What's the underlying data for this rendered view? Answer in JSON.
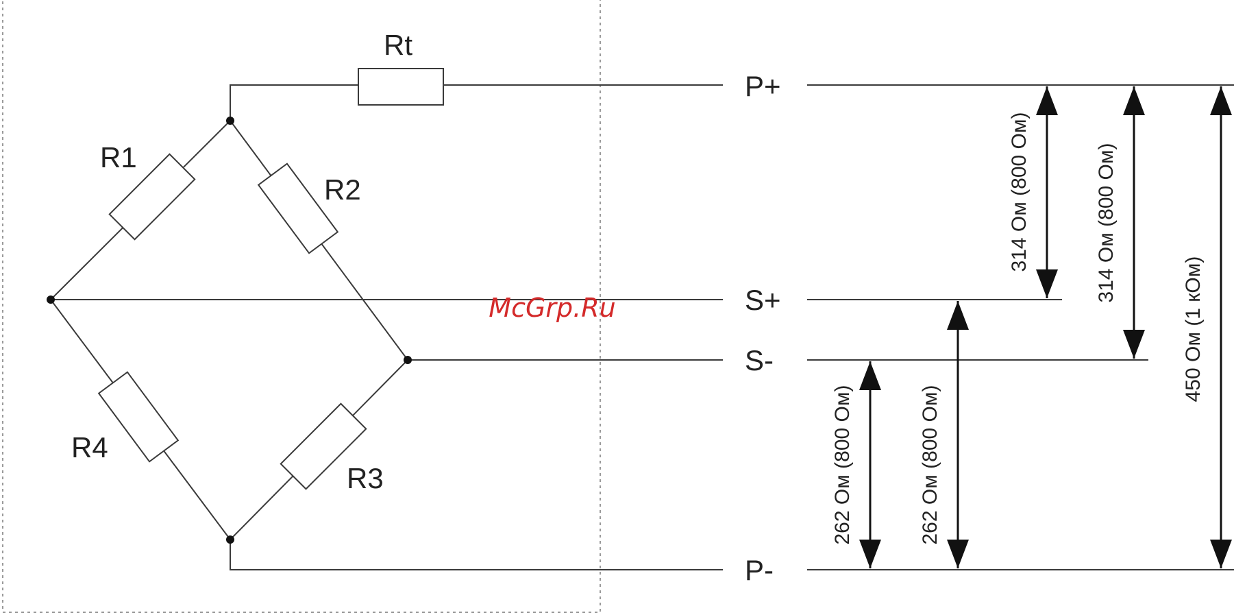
{
  "resistors": {
    "rt": "Rt",
    "r1": "R1",
    "r2": "R2",
    "r3": "R3",
    "r4": "R4"
  },
  "terminals": {
    "p_plus": "P+",
    "s_plus": "S+",
    "s_minus": "S-",
    "p_minus": "P-"
  },
  "measurements": [
    "314 Ом (800 Ом)",
    "314 Ом (800 Ом)",
    "450 Ом (1 кОм)",
    "262 Ом (800 Ом)",
    "262 Ом (800 Ом)"
  ],
  "watermark": "McGrp.Ru"
}
